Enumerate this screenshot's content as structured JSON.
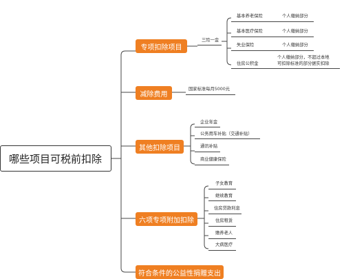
{
  "root": "哪些项目可税前扣除",
  "accent_color": "#ef7f22",
  "categories": [
    {
      "label": "专项扣除项目",
      "note": "三险一金",
      "items": [
        {
          "name": "基本养老保险",
          "value": "个人缴纳部分"
        },
        {
          "name": "基本医疗保险",
          "value": "个人缴纳部分"
        },
        {
          "name": "失业保险",
          "value": "个人缴纳部分"
        },
        {
          "name": "住房公积金",
          "value": "个人缴纳部分，不超过本地",
          "value2": "可扣除标准的部分据实扣除"
        }
      ]
    },
    {
      "label": "减除费用",
      "note": "国家标准每月5000元"
    },
    {
      "label": "其他扣除项目",
      "items": [
        {
          "name": "企业年金"
        },
        {
          "name": "公务用车补贴（交通补贴）"
        },
        {
          "name": "通讯补贴"
        },
        {
          "name": "商业健康保险"
        }
      ]
    },
    {
      "label": "六项专项附加扣除",
      "items": [
        {
          "name": "子女教育"
        },
        {
          "name": "继续教育"
        },
        {
          "name": "住房贷款利息"
        },
        {
          "name": "住房租赁"
        },
        {
          "name": "赡养老人"
        },
        {
          "name": "大病医疗"
        }
      ]
    },
    {
      "label": "符合条件的公益性捐赠支出"
    }
  ]
}
